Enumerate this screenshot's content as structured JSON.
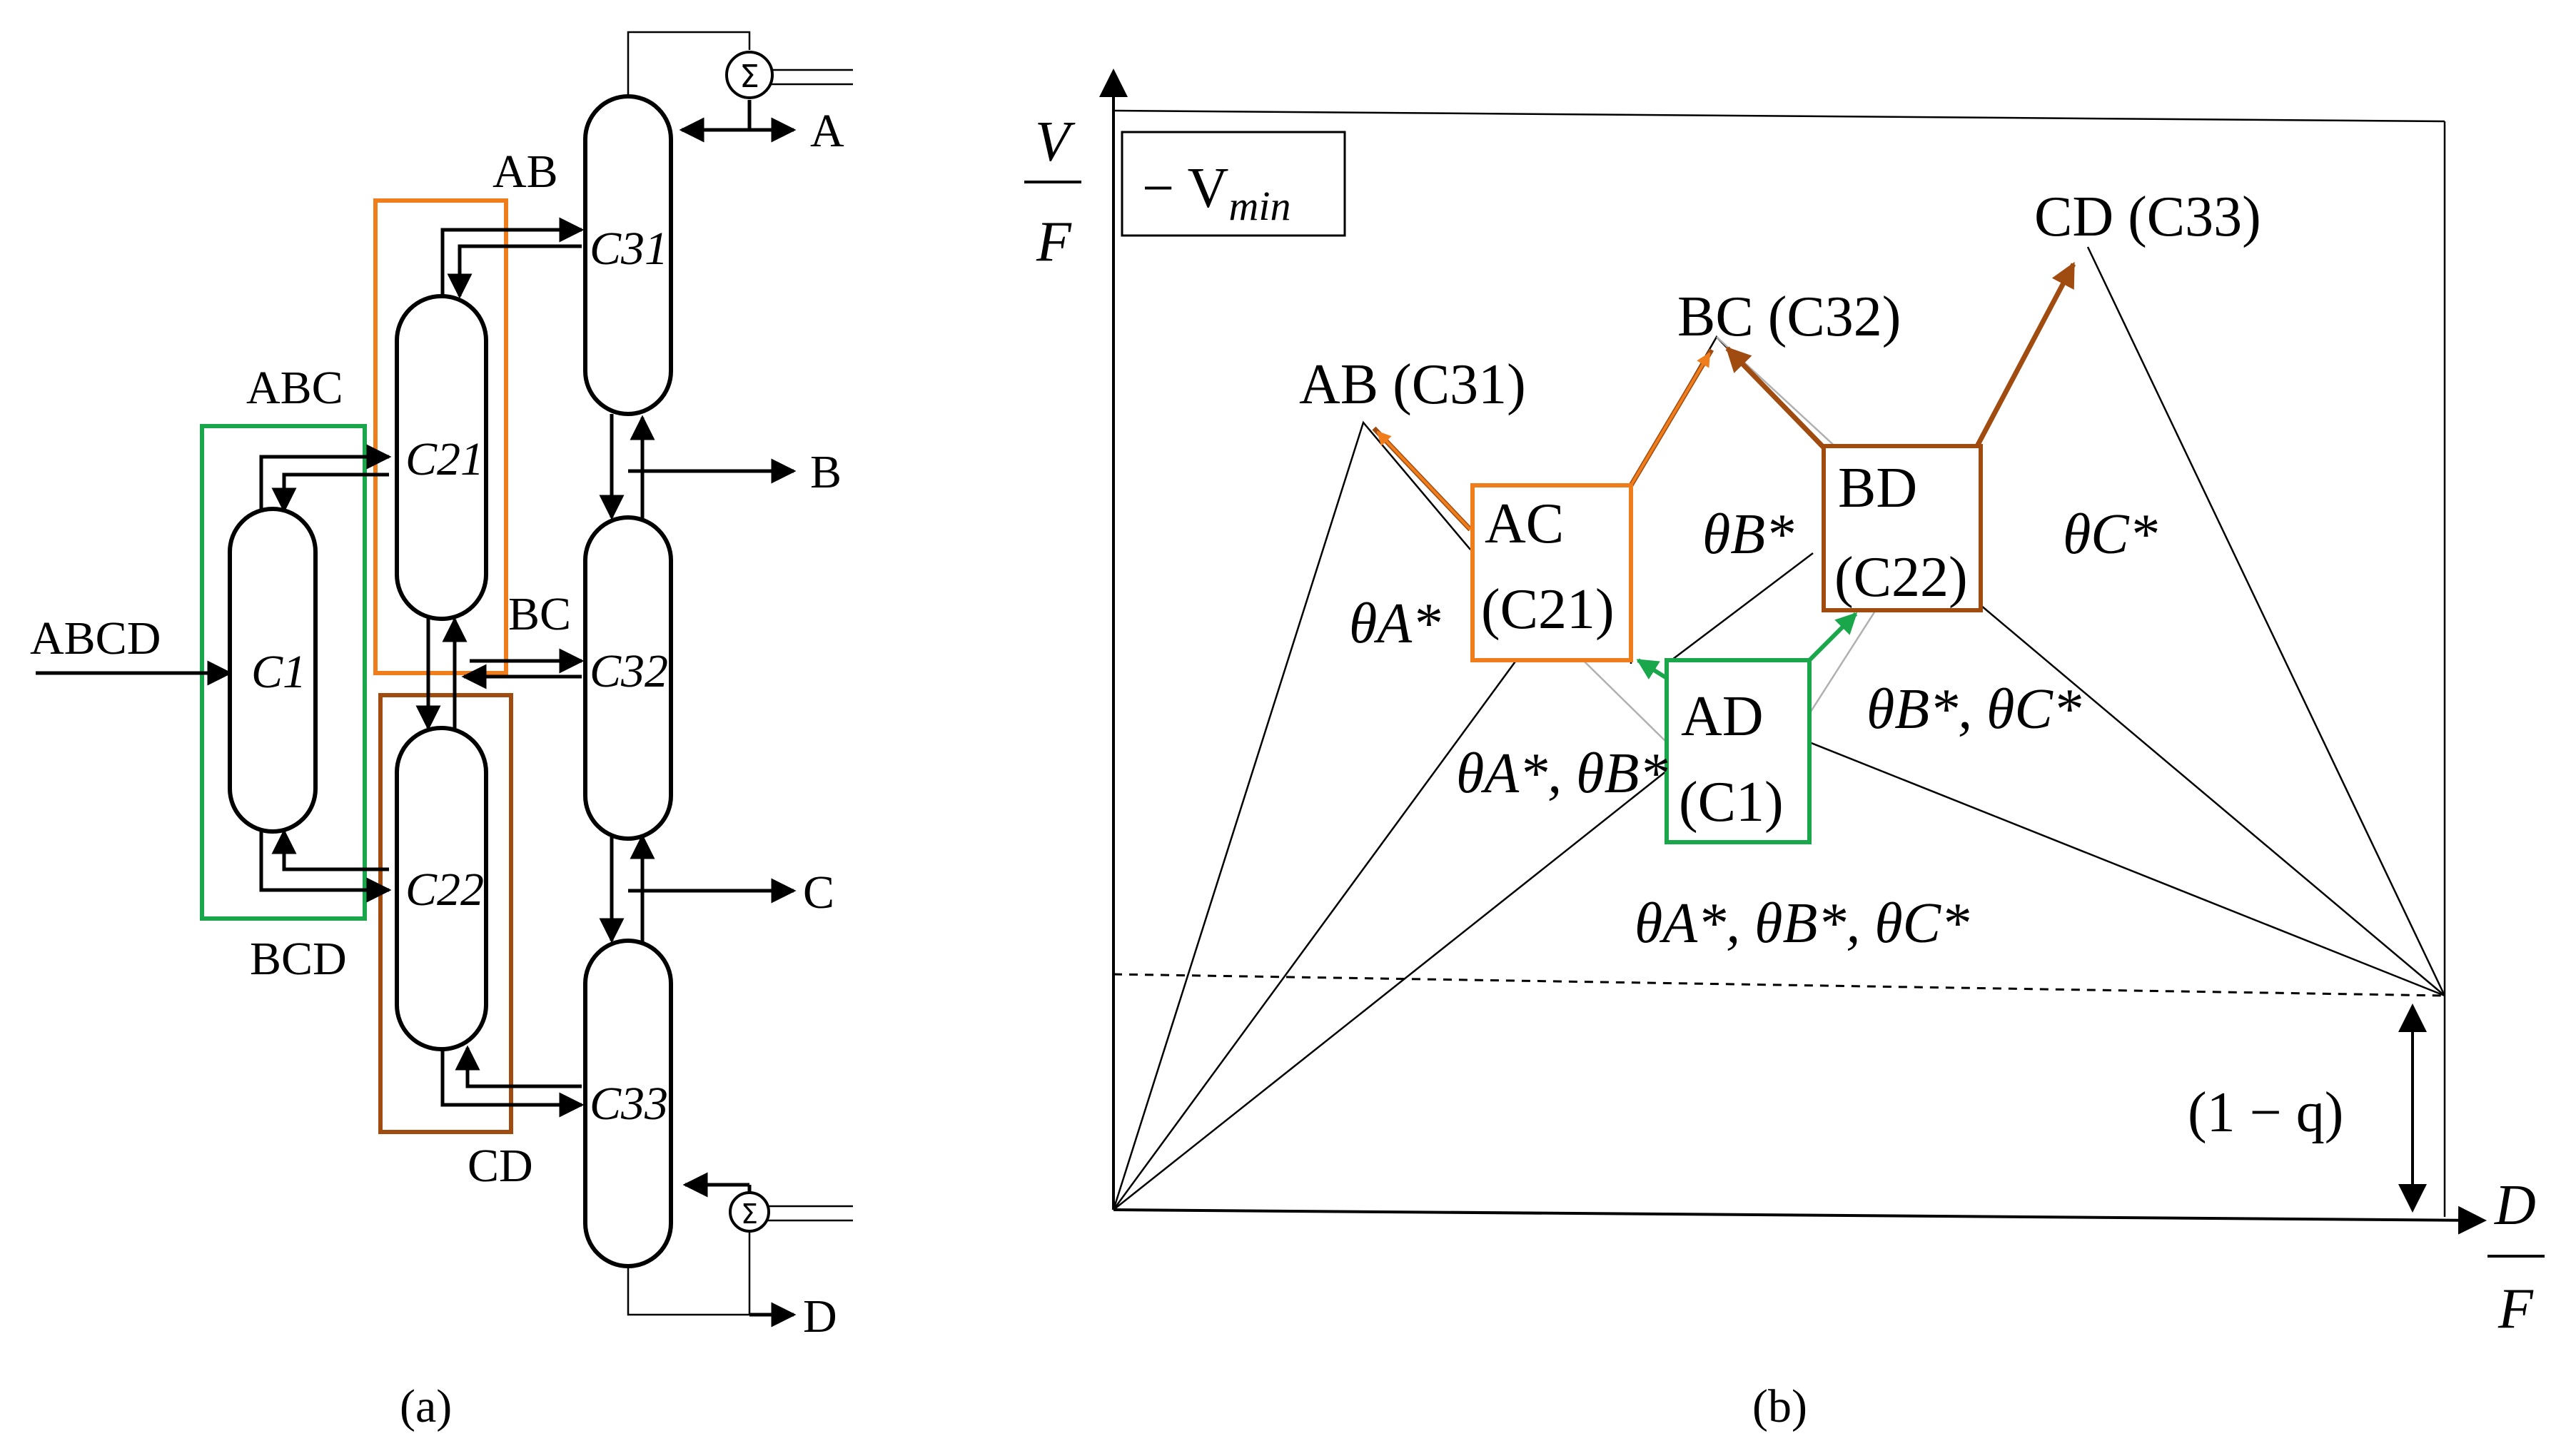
{
  "colors": {
    "green": "#1aa64a",
    "orange": "#f07d1c",
    "brown": "#a04b10",
    "black": "#000000"
  },
  "panel_a": {
    "caption": "(a)",
    "feed": "ABCD",
    "columns": {
      "c1": "C1",
      "c21": "C21",
      "c22": "C22",
      "c31": "C31",
      "c32": "C32",
      "c33": "C33"
    },
    "streams": {
      "ab": "AB",
      "abc": "ABC",
      "bc": "BC",
      "bcd": "BCD",
      "cd": "CD"
    },
    "products": [
      "A",
      "B",
      "C",
      "D"
    ],
    "icons": {
      "condenser": "condenser-icon",
      "reboiler": "reboiler-icon"
    }
  },
  "panel_b": {
    "caption": "(b)",
    "y_axis": {
      "num": "V",
      "den": "F"
    },
    "x_axis": {
      "num": "D",
      "den": "F"
    },
    "legend": "− V",
    "legend_sub": "min",
    "peaks": [
      "AB (C31)",
      "BC (C32)",
      "CD (C33)"
    ],
    "boxes": {
      "ac": {
        "top": "AC",
        "bottom": "(C21)"
      },
      "bd": {
        "top": "BD",
        "bottom": "(C22)"
      },
      "ad": {
        "top": "AD",
        "bottom": "(C1)"
      }
    },
    "regions": [
      "θA*",
      "θB*",
      "θC*",
      "θA*, θB*",
      "θB*, θC*",
      "θA*, θB*, θC*"
    ],
    "q_label": "(1 − q)"
  }
}
